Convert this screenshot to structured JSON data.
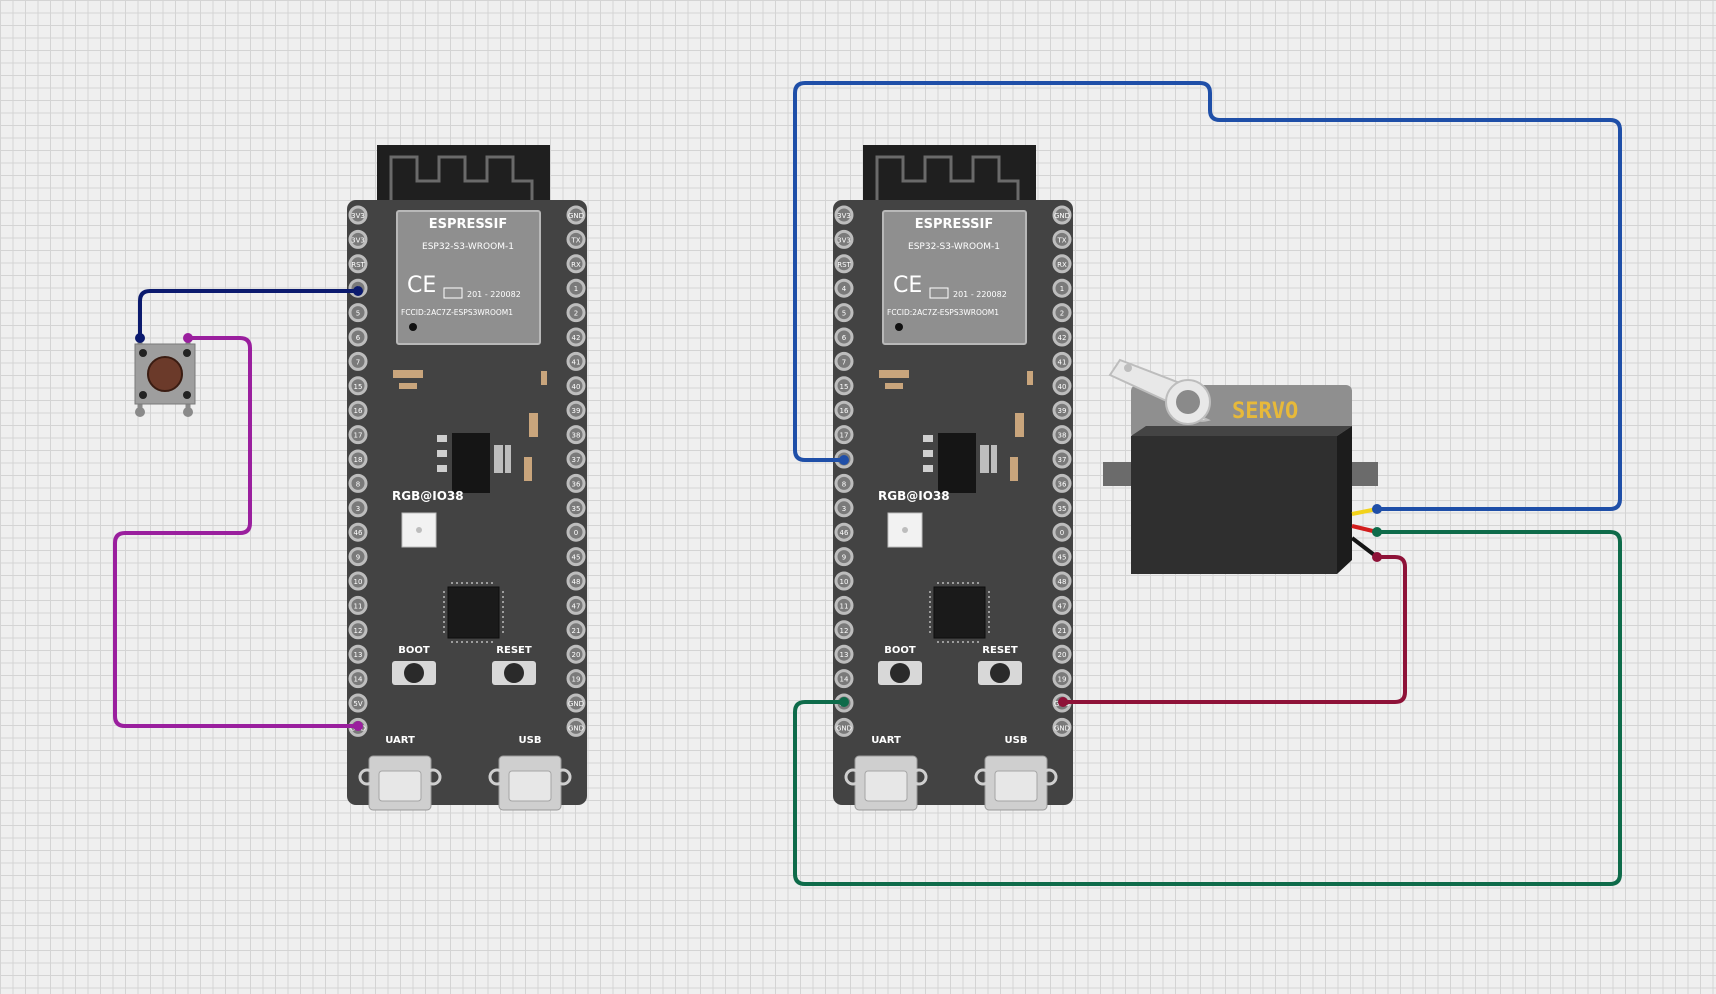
{
  "boards": [
    {
      "id": "board1",
      "module": {
        "brand": "ESPRESSIF",
        "model": "ESP32-S3-WROOM-1",
        "ce": "CE",
        "cert": "201 - 220082",
        "fcc": "FCCID:2AC7Z-ESPS3WROOM1"
      },
      "rgb_label": "RGB@IO38",
      "boot_label": "BOOT",
      "reset_label": "RESET",
      "uart_label": "UART",
      "usb_label": "USB"
    },
    {
      "id": "board2",
      "module": {
        "brand": "ESPRESSIF",
        "model": "ESP32-S3-WROOM-1",
        "ce": "CE",
        "cert": "201 - 220082",
        "fcc": "FCCID:2AC7Z-ESPS3WROOM1"
      },
      "rgb_label": "RGB@IO38",
      "boot_label": "BOOT",
      "reset_label": "RESET",
      "uart_label": "UART",
      "usb_label": "USB"
    }
  ],
  "pins_left": [
    "3V3",
    "3V3",
    "RST",
    "4",
    "5",
    "6",
    "7",
    "15",
    "16",
    "17",
    "18",
    "8",
    "3",
    "46",
    "9",
    "10",
    "11",
    "12",
    "13",
    "14",
    "5V",
    "GND"
  ],
  "pins_right": [
    "GND",
    "TX",
    "RX",
    "1",
    "2",
    "42",
    "41",
    "40",
    "39",
    "38",
    "37",
    "36",
    "35",
    "0",
    "45",
    "48",
    "47",
    "21",
    "20",
    "19",
    "GND",
    "GND"
  ],
  "servo": {
    "label": "SERVO"
  },
  "wire_colors": {
    "navy": "#0b1a6e",
    "purple": "#9a1f9e",
    "blue": "#1f4fa8",
    "green": "#0e6b4a",
    "maroon": "#8e1238"
  }
}
